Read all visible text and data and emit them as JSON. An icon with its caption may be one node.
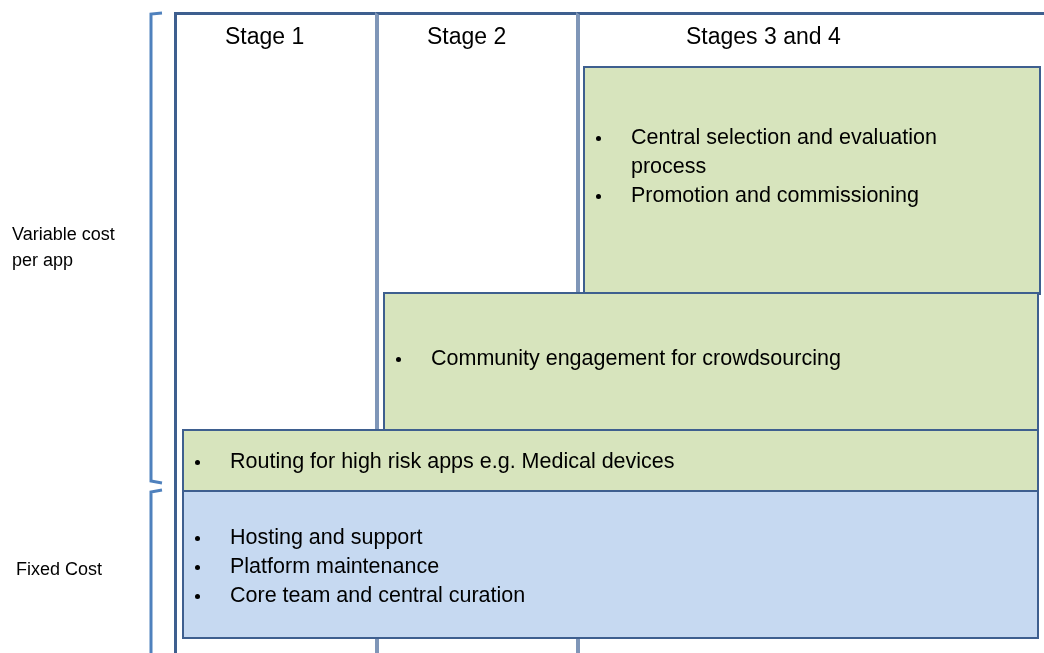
{
  "diagram": {
    "nodes": [
      {
        "text": [
          "Stage 1"
        ]
      },
      {
        "text": [
          "Stage 2"
        ]
      },
      {
        "text": [
          "Stages 3 and 4"
        ]
      },
      {
        "text": [
          "Central selection and evaluation process",
          "Promotion and commissioning"
        ],
        "in": 2
      },
      {
        "text": [
          "Community engagement for crowdsourcing"
        ]
      },
      {
        "text": [
          "Routing for high risk apps e.g. Medical devices"
        ]
      },
      {
        "text": [
          "Hosting and support",
          "Platform maintenance",
          "Core team and central curation"
        ]
      }
    ],
    "labels": [
      "Variable cost per app",
      "Fixed Cost"
    ]
  }
}
